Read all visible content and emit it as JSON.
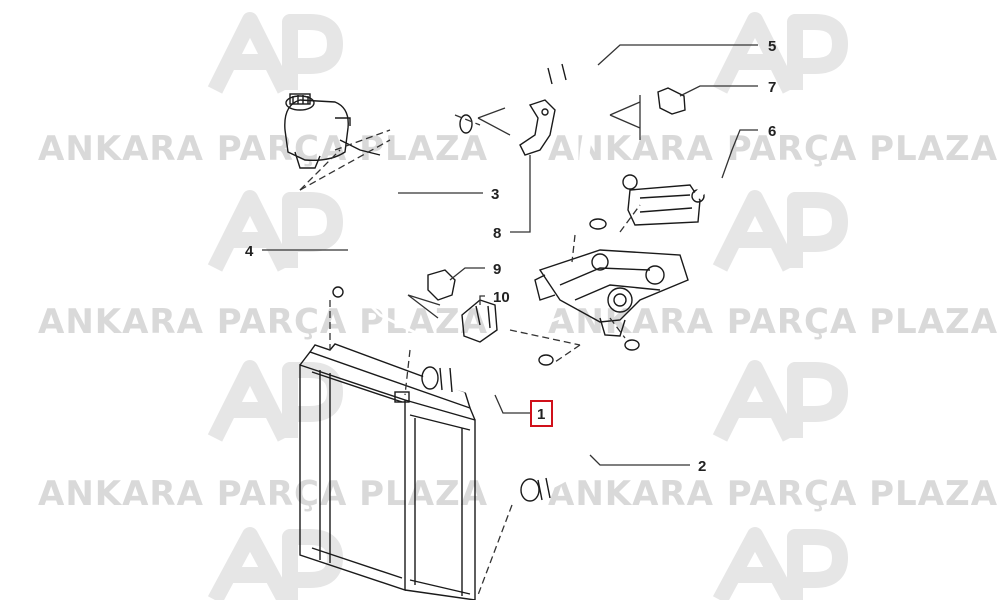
{
  "watermark": {
    "text_light": "ANKARA PARÇA",
    "text_bold": "PLAZA",
    "logo": "AP",
    "color": "#d9d9d9"
  },
  "parts": [
    {
      "number": "1",
      "highlighted": true
    },
    {
      "number": "2",
      "highlighted": false
    },
    {
      "number": "3",
      "highlighted": false
    },
    {
      "number": "4",
      "highlighted": false
    },
    {
      "number": "5",
      "highlighted": false
    },
    {
      "number": "6",
      "highlighted": false
    },
    {
      "number": "7",
      "highlighted": false
    },
    {
      "number": "8",
      "highlighted": false
    },
    {
      "number": "9",
      "highlighted": false
    },
    {
      "number": "10",
      "highlighted": false
    }
  ],
  "highlight_color": "#d0101a"
}
